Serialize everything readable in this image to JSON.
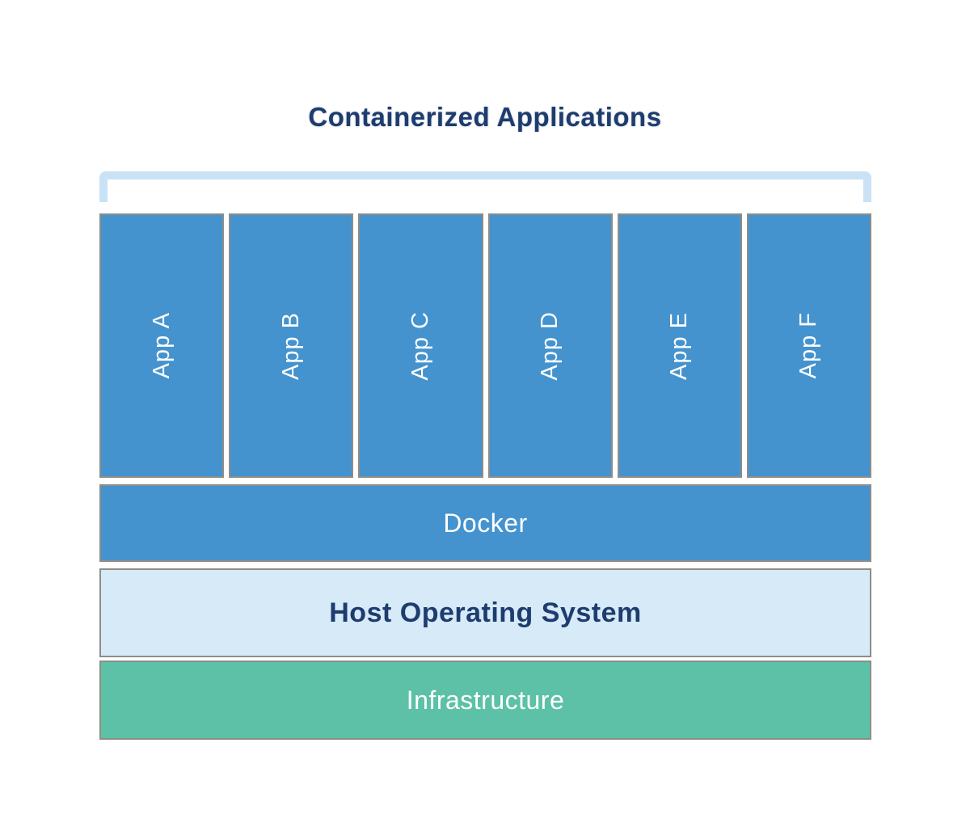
{
  "title": "Containerized Applications",
  "apps": [
    "App A",
    "App B",
    "App C",
    "App D",
    "App E",
    "App F"
  ],
  "layers": {
    "docker": "Docker",
    "host_os": "Host Operating System",
    "infrastructure": "Infrastructure"
  },
  "colors": {
    "app_blue": "#4493ce",
    "host_light_blue": "#d6eaf8",
    "infrastructure_teal": "#5cc1a6",
    "title_navy": "#1e3c6e",
    "bracket_light_blue": "#c9e2f6",
    "border_gray": "#8e8d89",
    "label_white": "#ffffff"
  }
}
